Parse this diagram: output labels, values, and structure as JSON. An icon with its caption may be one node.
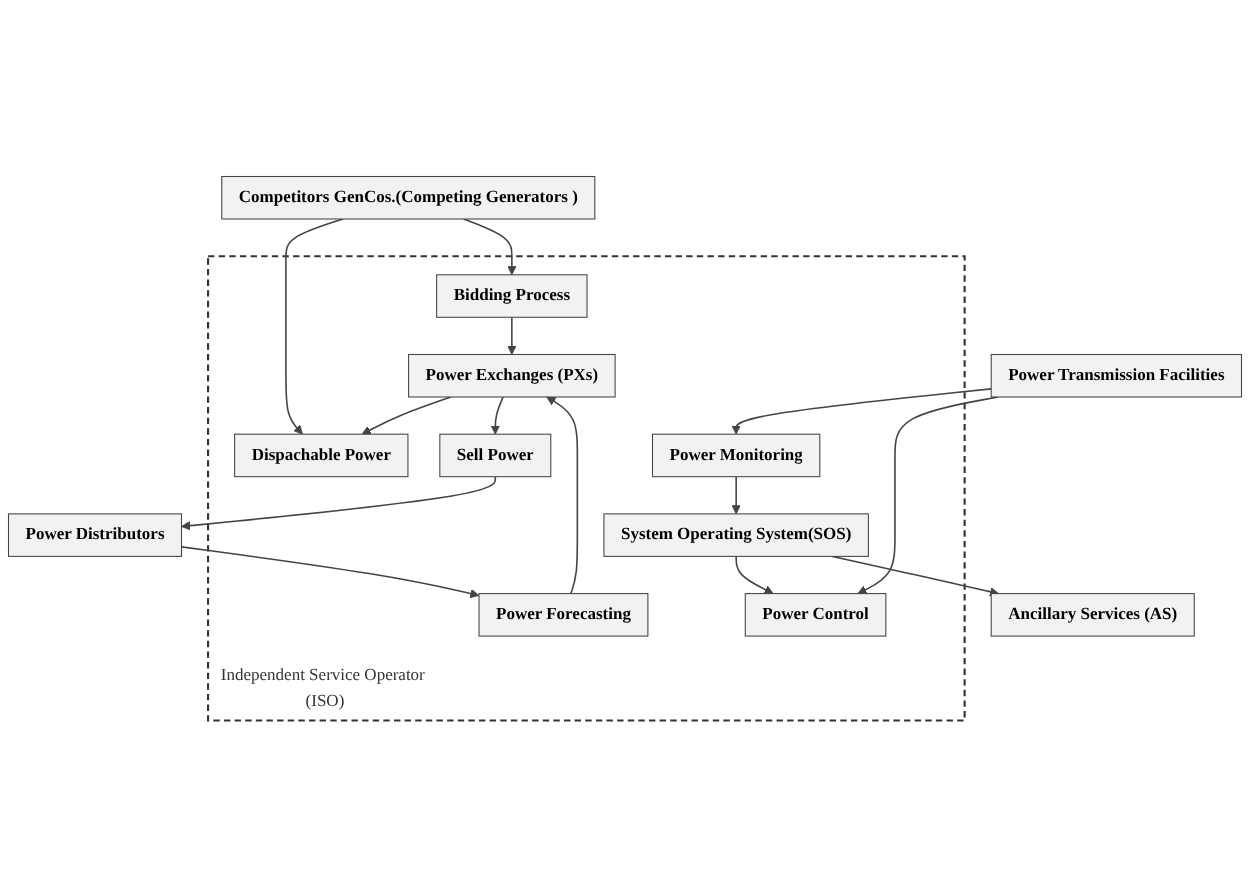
{
  "diagram": {
    "nodes": [
      {
        "text": [
          "Competitors GenCos.(Competing Generators )"
        ]
      },
      {
        "text": [
          "Ancillary Services (AS)"
        ]
      },
      {
        "text": [
          "Independent Service Operator (ISO)"
        ]
      },
      {
        "text": [
          "Bidding Process"
        ],
        "in": 2
      },
      {
        "text": [
          "Dispachable Power"
        ],
        "in": 2
      },
      {
        "text": [
          "Power Exchanges (PXs)"
        ],
        "in": 2
      },
      {
        "text": [
          "System Operating System(SOS)"
        ],
        "in": 2
      },
      {
        "text": [
          "Sell Power"
        ],
        "in": 2
      },
      {
        "text": [
          "Power Forecasting"
        ],
        "in": 2
      },
      {
        "text": [
          "Power Monitoring"
        ],
        "in": 2
      },
      {
        "text": [
          "Power Control"
        ],
        "in": 2
      },
      {
        "text": [
          "Power Distributors"
        ]
      },
      {
        "text": [
          "Power Transmission Facilities"
        ]
      }
    ],
    "edges": [
      {
        "from": 0,
        "to": 3,
        "arrow": "to"
      },
      {
        "from": 0,
        "to": 4,
        "arrow": "to"
      },
      {
        "from": 3,
        "to": 5,
        "arrow": "to"
      },
      {
        "from": 5,
        "to": 4,
        "arrow": "to"
      },
      {
        "from": 6,
        "to": 1,
        "arrow": "to"
      },
      {
        "from": 5,
        "to": 7,
        "arrow": "to"
      },
      {
        "from": 8,
        "to": 5,
        "arrow": "to"
      },
      {
        "from": 9,
        "to": 6,
        "arrow": "to"
      },
      {
        "from": 6,
        "to": 10,
        "arrow": "to"
      },
      {
        "from": 7,
        "to": 11,
        "arrow": "to"
      },
      {
        "from": 11,
        "to": 8,
        "arrow": "to"
      },
      {
        "from": 12,
        "to": 9,
        "arrow": "to"
      },
      {
        "from": 12,
        "to": 10,
        "arrow": "to"
      }
    ]
  }
}
